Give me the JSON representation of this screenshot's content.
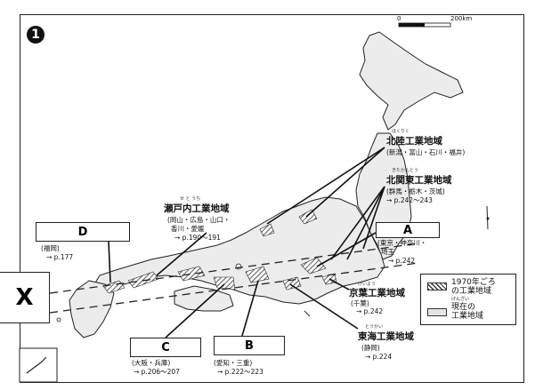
{
  "figure_number": "1",
  "side_marker": "X",
  "scale": {
    "zero": "0",
    "distance": "200km"
  },
  "legend": {
    "item_1970": "1970年ごろ\nの工業地域",
    "item_1970_line1": "1970年ごろ",
    "item_1970_line2": "の工業地域",
    "item_current_line1": "現在の",
    "item_current_line2": "工業地域",
    "item_current_ruby": "げんざい"
  },
  "regions": {
    "hokuriku": {
      "name": "北陸工業地域",
      "ruby": "ほくりく",
      "prefectures": "(新潟・富山・石川・福井)"
    },
    "kitakanto": {
      "name": "北関東工業地域",
      "ruby": "きたかんとう",
      "prefectures": "(群馬・栃木・茨城)",
      "page": "→ p.242～243"
    },
    "setouchi": {
      "name": "瀬戸内工業地域",
      "ruby": "せ と うち",
      "prefectures_1": "(岡山・広島・山口・",
      "prefectures_2": "香川・愛媛",
      "page": "→ p.190～191"
    },
    "keiyo": {
      "name": "京葉工業地域",
      "ruby": "けいよう",
      "prefectures": "(千葉)",
      "page": "→ p.242"
    },
    "tokai": {
      "name": "東海工業地域",
      "ruby": "とうかい",
      "prefectures": "(静岡)",
      "page": "→ p.224"
    }
  },
  "boxes": {
    "A": {
      "label": "A",
      "prefectures_1": "(東京・神奈川・",
      "prefectures_2": "埼玉",
      "page": "→ p.242"
    },
    "B": {
      "label": "B",
      "prefectures": "(愛知・三重)",
      "page": "→ p.222～223"
    },
    "C": {
      "label": "C",
      "prefectures": "(大阪・兵庫)",
      "page": "→ p.206～207"
    },
    "D": {
      "label": "D",
      "prefectures": "(福岡)",
      "page": "→ p.177"
    }
  },
  "colors": {
    "ink": "#111111",
    "land_fill": "#e6e6e6",
    "hatch": "#333333"
  }
}
